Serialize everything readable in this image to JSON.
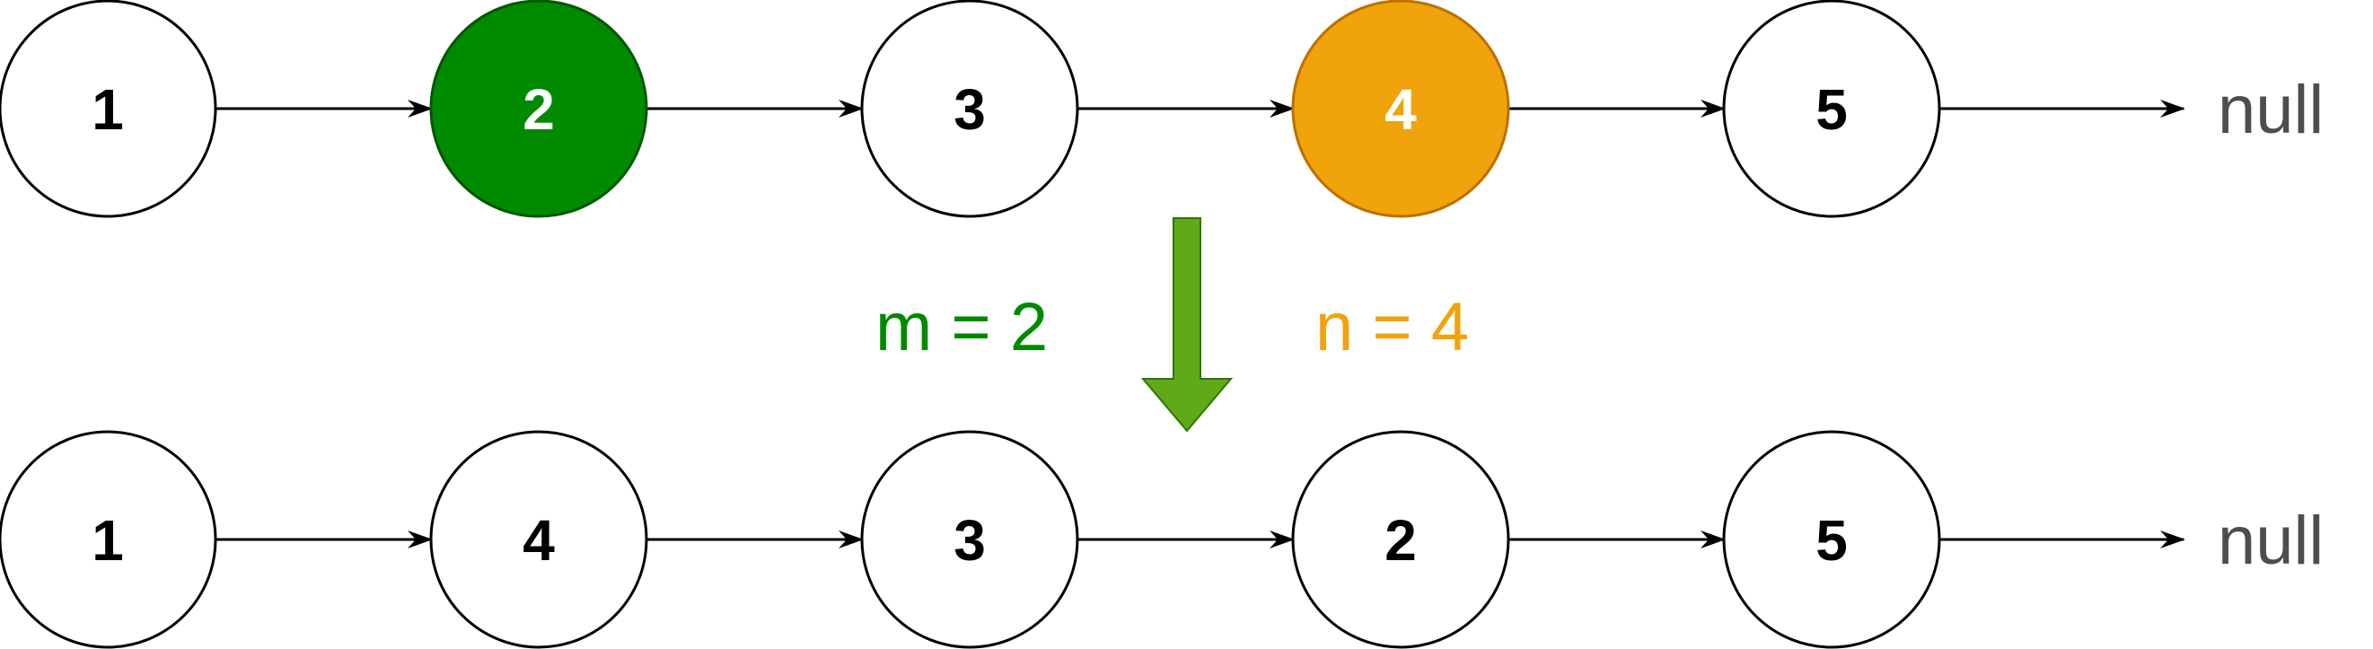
{
  "before": {
    "nodes": [
      {
        "label": "1",
        "fill": "#ffffff",
        "stroke": "#000000",
        "text_color": "#000000"
      },
      {
        "label": "2",
        "fill": "#008a00",
        "stroke": "#005700",
        "text_color": "#ffffff"
      },
      {
        "label": "3",
        "fill": "#ffffff",
        "stroke": "#000000",
        "text_color": "#000000"
      },
      {
        "label": "4",
        "fill": "#f0a30a",
        "stroke": "#bd7000",
        "text_color": "#ffffff"
      },
      {
        "label": "5",
        "fill": "#ffffff",
        "stroke": "#000000",
        "text_color": "#000000"
      }
    ],
    "terminal": "null"
  },
  "after": {
    "nodes": [
      {
        "label": "1",
        "fill": "#ffffff",
        "stroke": "#000000",
        "text_color": "#000000"
      },
      {
        "label": "4",
        "fill": "#ffffff",
        "stroke": "#000000",
        "text_color": "#000000"
      },
      {
        "label": "3",
        "fill": "#ffffff",
        "stroke": "#000000",
        "text_color": "#000000"
      },
      {
        "label": "2",
        "fill": "#ffffff",
        "stroke": "#000000",
        "text_color": "#000000"
      },
      {
        "label": "5",
        "fill": "#ffffff",
        "stroke": "#000000",
        "text_color": "#000000"
      }
    ],
    "terminal": "null"
  },
  "params": {
    "m_label": "m = 2",
    "m_color": "#008a00",
    "n_label": "n = 4",
    "n_color": "#f0a30a"
  },
  "transform_arrow": {
    "fill": "#60a917",
    "stroke": "#2d7600"
  }
}
